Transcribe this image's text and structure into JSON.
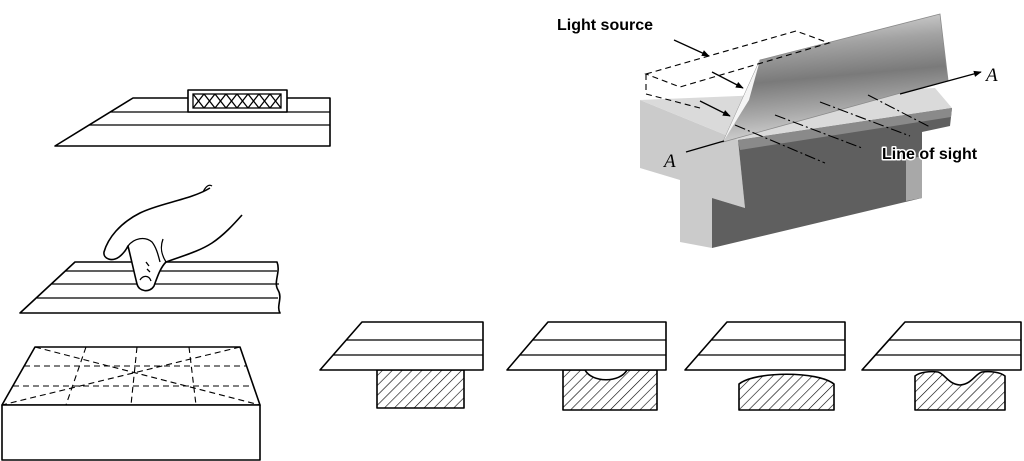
{
  "labels": {
    "light_source": "Light source",
    "line_of_sight": "Line of sight",
    "section_a_left": "A",
    "section_a_right": "A"
  },
  "colors": {
    "ink": "#000000",
    "paper": "#ffffff",
    "rail_top": "#dadada",
    "rail_end": "#cbcbcb",
    "rail_front": "#5f5f5f",
    "rail_bevel": "#8a8a8a"
  }
}
